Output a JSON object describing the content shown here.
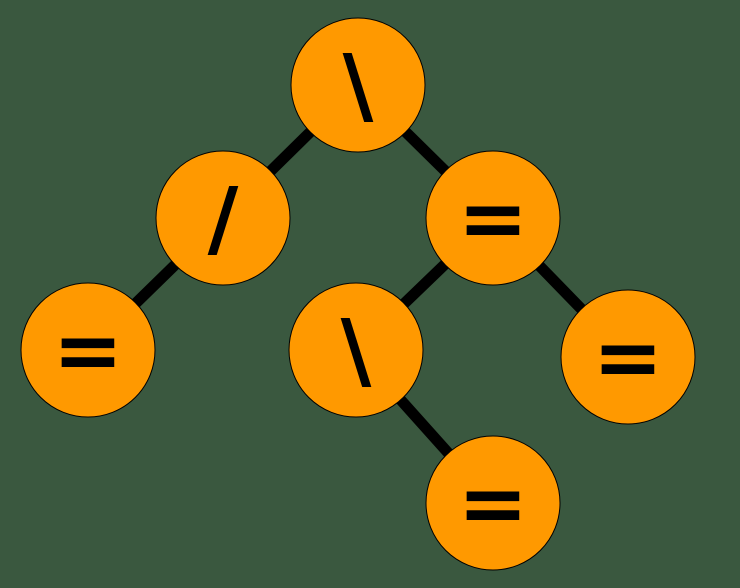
{
  "colors": {
    "background": "#3a583f",
    "node_fill": "#ff9900",
    "edge": "#000000",
    "label": "#000000"
  },
  "tree": {
    "nodes": {
      "root": {
        "label": "\\"
      },
      "left": {
        "label": "/"
      },
      "left_left": {
        "label": "="
      },
      "right": {
        "label": "="
      },
      "right_left": {
        "label": "\\"
      },
      "right_left_right": {
        "label": "="
      },
      "right_right": {
        "label": "="
      }
    },
    "edges": [
      [
        "root",
        "left"
      ],
      [
        "root",
        "right"
      ],
      [
        "left",
        "left_left"
      ],
      [
        "right",
        "right_left"
      ],
      [
        "right",
        "right_right"
      ],
      [
        "right_left",
        "right_left_right"
      ]
    ]
  }
}
